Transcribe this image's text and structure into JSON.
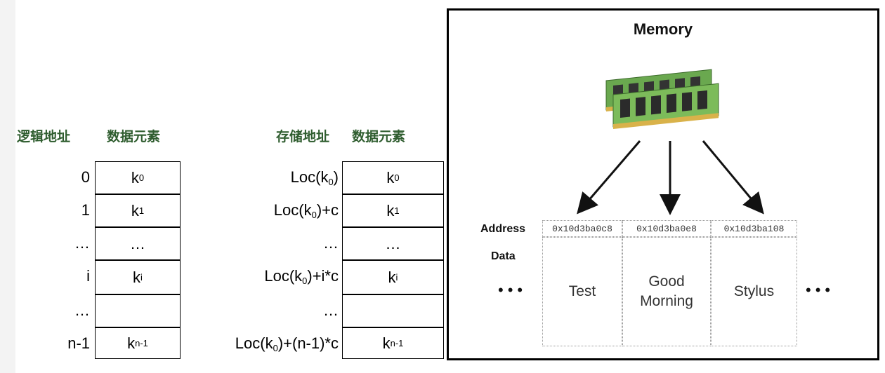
{
  "left_diagram": {
    "header_logical_address": "逻辑地址",
    "header_data_element_left": "数据元素",
    "header_storage_address": "存储地址",
    "header_data_element_right": "数据元素",
    "rows": [
      {
        "index": "0",
        "elem_main": "k",
        "elem_sub": "0",
        "loc_pre": "Loc(k",
        "loc_sub": "0",
        "loc_post": ")"
      },
      {
        "index": "1",
        "elem_main": "k",
        "elem_sub": "1",
        "loc_pre": "Loc(k",
        "loc_sub": "0",
        "loc_post": ")+c"
      },
      {
        "index": "…",
        "elem_main": "…",
        "elem_sub": "",
        "loc_pre": "…",
        "loc_sub": "",
        "loc_post": ""
      },
      {
        "index": "i",
        "elem_main": "k",
        "elem_sub": "i",
        "loc_pre": "Loc(k",
        "loc_sub": "0",
        "loc_post": ")+i*c"
      },
      {
        "index": "…",
        "elem_main": "",
        "elem_sub": "",
        "loc_pre": "…",
        "loc_sub": "",
        "loc_post": ""
      },
      {
        "index": "n-1",
        "elem_main": "k",
        "elem_sub": "n-1",
        "loc_pre": "Loc(k",
        "loc_sub": "0",
        "loc_post": ")+(n-1)*c"
      }
    ]
  },
  "memory_diagram": {
    "title": "Memory",
    "address_label": "Address",
    "data_label": "Data",
    "ellipsis": "•••",
    "cells": [
      {
        "address": "0x10d3ba0c8",
        "data_line1": "Test",
        "data_line2": ""
      },
      {
        "address": "0x10d3ba0e8",
        "data_line1": "Good",
        "data_line2": "Morning"
      },
      {
        "address": "0x10d3ba108",
        "data_line1": "Stylus",
        "data_line2": ""
      }
    ],
    "colors": {
      "ram_board": "#6aa84f",
      "ram_chip": "#333333",
      "ram_gold": "#d9b24a"
    }
  }
}
